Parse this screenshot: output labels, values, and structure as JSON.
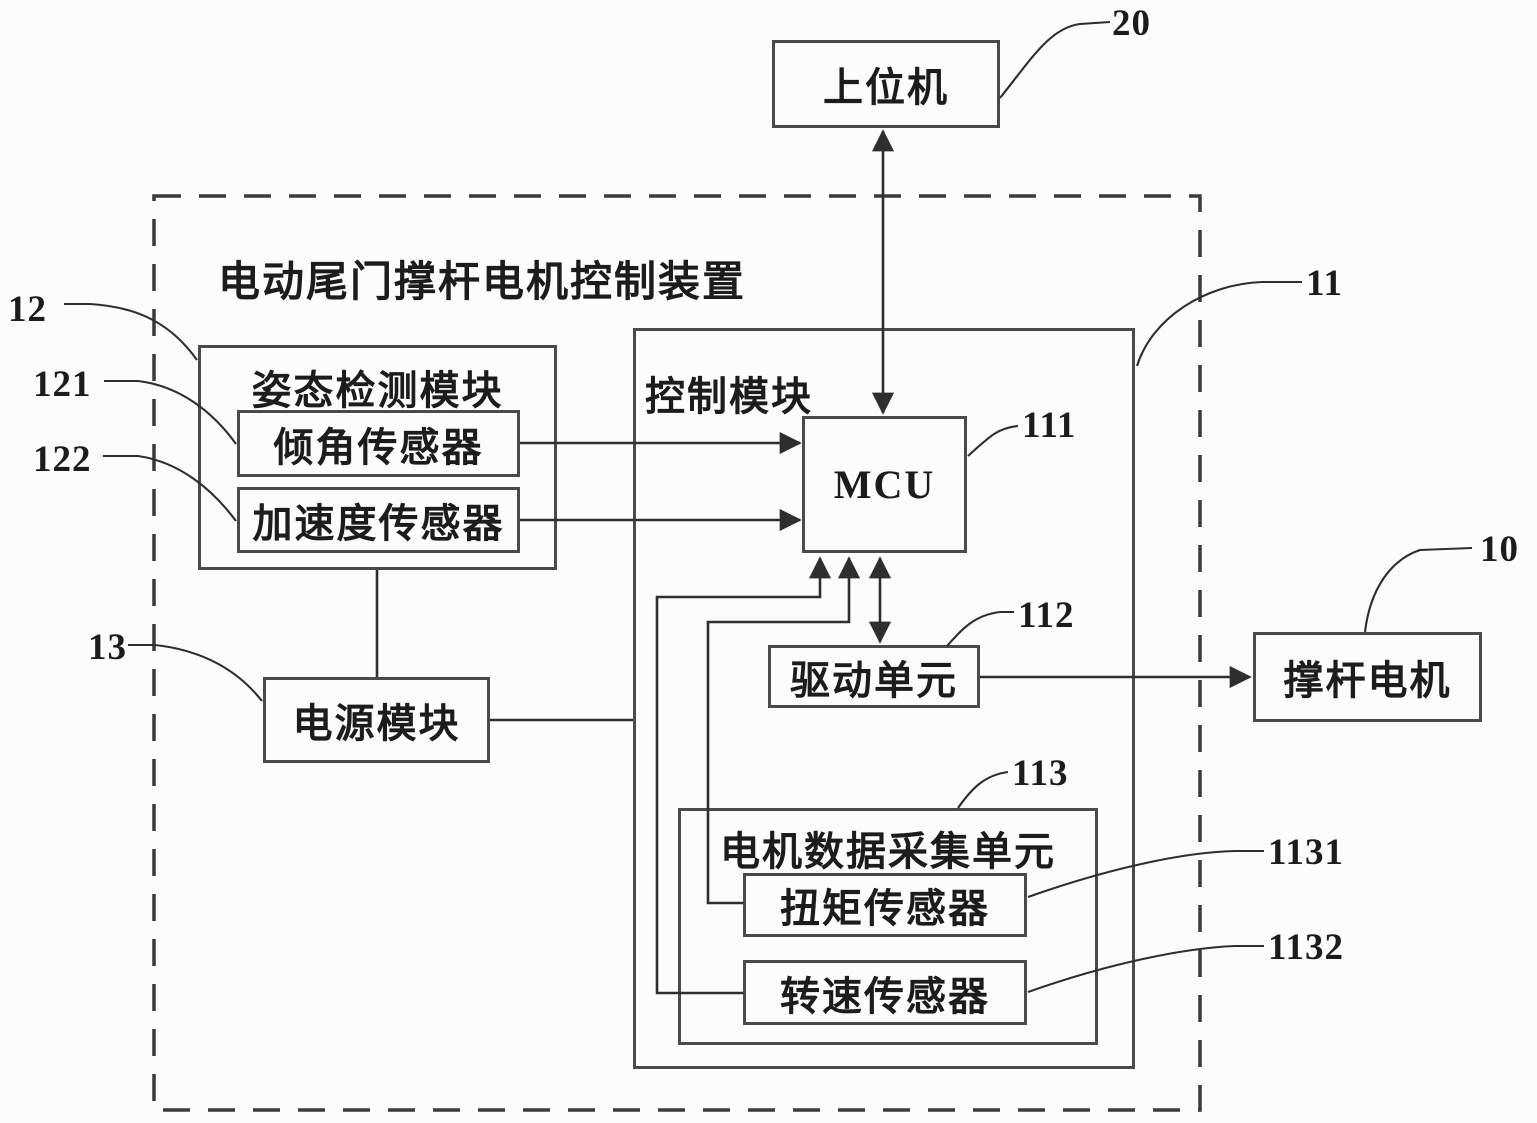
{
  "device_title": "电动尾门撑杆电机控制装置",
  "nodes": {
    "host": {
      "label": "上位机",
      "ref": "20"
    },
    "posture": {
      "label": "姿态检测模块",
      "ref": "12"
    },
    "tilt": {
      "label": "倾角传感器",
      "ref": "121"
    },
    "accel": {
      "label": "加速度传感器",
      "ref": "122"
    },
    "power": {
      "label": "电源模块",
      "ref": "13"
    },
    "control": {
      "label": "控制模块",
      "ref": "11"
    },
    "mcu": {
      "label": "MCU",
      "ref": "111"
    },
    "drive": {
      "label": "驱动单元",
      "ref": "112"
    },
    "collect": {
      "label": "电机数据采集单元",
      "ref": "113"
    },
    "torque": {
      "label": "扭矩传感器",
      "ref": "1131"
    },
    "speed": {
      "label": "转速传感器",
      "ref": "1132"
    },
    "motor": {
      "label": "撑杆电机",
      "ref": "10"
    }
  },
  "colors": {
    "line": "#2e2e2e",
    "box_border": "#4a4a4a",
    "text": "#1c1c1c",
    "background": "#fcfcfc"
  }
}
